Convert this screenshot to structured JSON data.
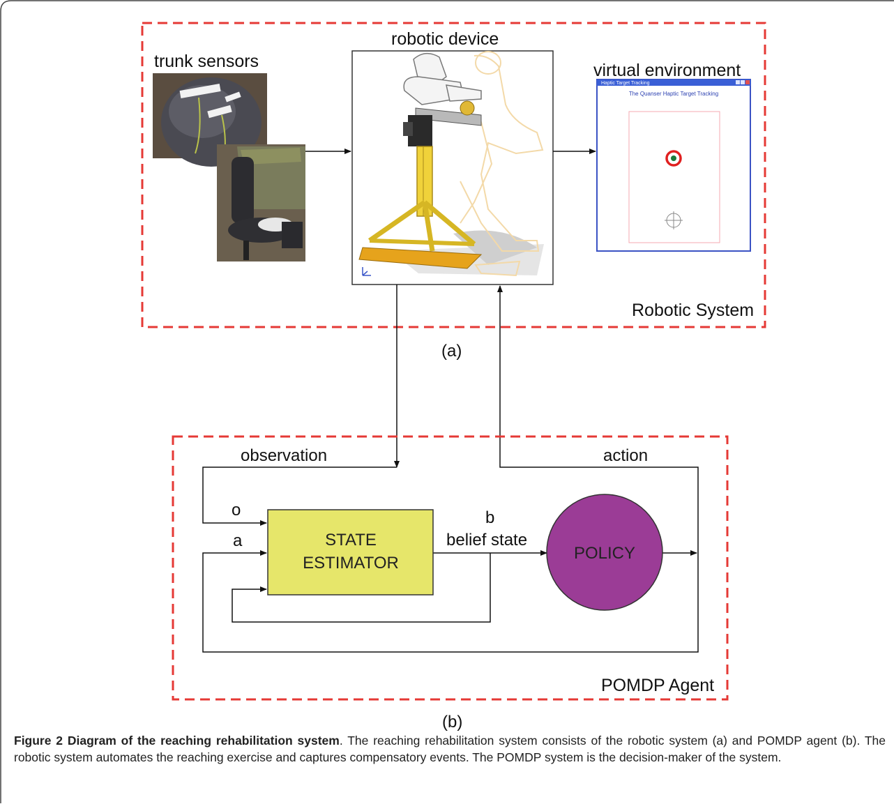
{
  "diagram": {
    "robotic_system": {
      "label": "Robotic System",
      "trunk_sensors_label": "trunk sensors",
      "robotic_device_label": "robotic device",
      "virtual_environment_label": "virtual environment",
      "window_title": "Haptic Target Tracking",
      "window_heading": "The Quanser Haptic Target Tracking"
    },
    "section_a_label": "(a)",
    "pomdp_agent": {
      "label": "POMDP Agent",
      "observation_label": "observation",
      "action_label": "action",
      "o_label": "o",
      "a_label": "a",
      "b_label": "b",
      "belief_state_label": "belief state",
      "state_estimator_line1": "STATE",
      "state_estimator_line2": "ESTIMATOR",
      "policy_label": "POLICY"
    },
    "section_b_label": "(b)",
    "colors": {
      "dashed_border": "#e53935",
      "state_estimator_fill": "#e6e66a",
      "policy_fill": "#9b3c96",
      "window_border": "#3a52c4"
    }
  },
  "caption": {
    "title": "Figure 2 Diagram of the reaching rehabilitation system",
    "text": ". The reaching rehabilitation system consists of the robotic system (a) and POMDP agent (b). The robotic system automates the reaching exercise and captures compensatory events. The POMDP system is the decision-maker of the system."
  }
}
